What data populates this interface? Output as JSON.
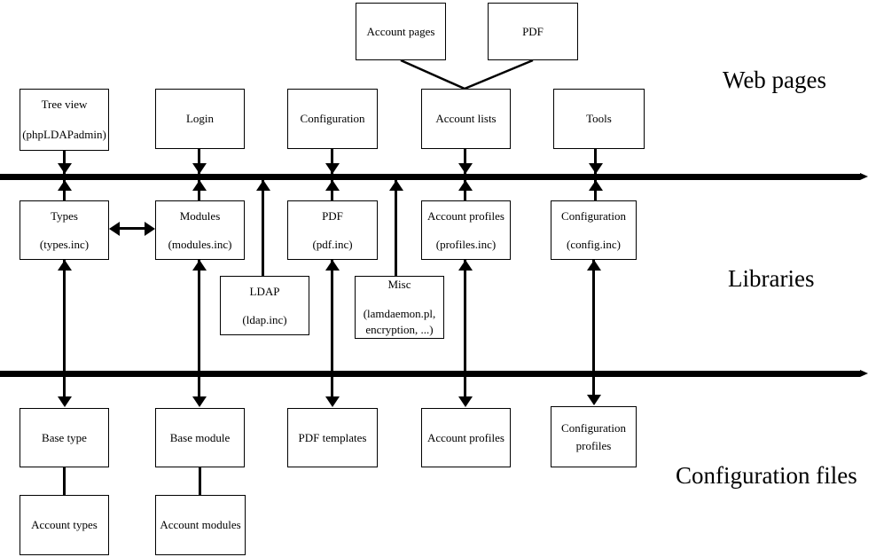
{
  "sections": {
    "web_pages": "Web pages",
    "libraries": "Libraries",
    "config_files": "Configuration files"
  },
  "boxes": {
    "account_pages": {
      "label": "Account pages"
    },
    "pdf_pages": {
      "label": "PDF"
    },
    "tree_view": {
      "line1": "Tree view",
      "line2": "(phpLDAPadmin)"
    },
    "login": {
      "label": "Login"
    },
    "configuration_page": {
      "label": "Configuration"
    },
    "account_lists": {
      "label": "Account lists"
    },
    "tools": {
      "label": "Tools"
    },
    "types": {
      "line1": "Types",
      "line2": "(types.inc)"
    },
    "modules": {
      "line1": "Modules",
      "line2": "(modules.inc)"
    },
    "pdf_lib": {
      "line1": "PDF",
      "line2": "(pdf.inc)"
    },
    "account_profiles_lib": {
      "line1": "Account profiles",
      "line2": "(profiles.inc)"
    },
    "configuration_lib": {
      "line1": "Configuration",
      "line2": "(config.inc)"
    },
    "ldap": {
      "line1": "LDAP",
      "line2": "(ldap.inc)"
    },
    "misc": {
      "line1": "Misc",
      "line2": "(lamdaemon.pl,",
      "line3": "encryption, ...)"
    },
    "base_type": {
      "label": "Base type"
    },
    "base_module": {
      "label": "Base module"
    },
    "pdf_templates": {
      "label": "PDF templates"
    },
    "account_profiles_file": {
      "label": "Account profiles"
    },
    "configuration_profiles": {
      "line1": "Configuration",
      "line2": "profiles"
    },
    "account_types": {
      "label": "Account types"
    },
    "account_modules": {
      "label": "Account modules"
    }
  },
  "colors": {
    "line": "#000000",
    "background": "#ffffff",
    "box_border": "#000000"
  }
}
